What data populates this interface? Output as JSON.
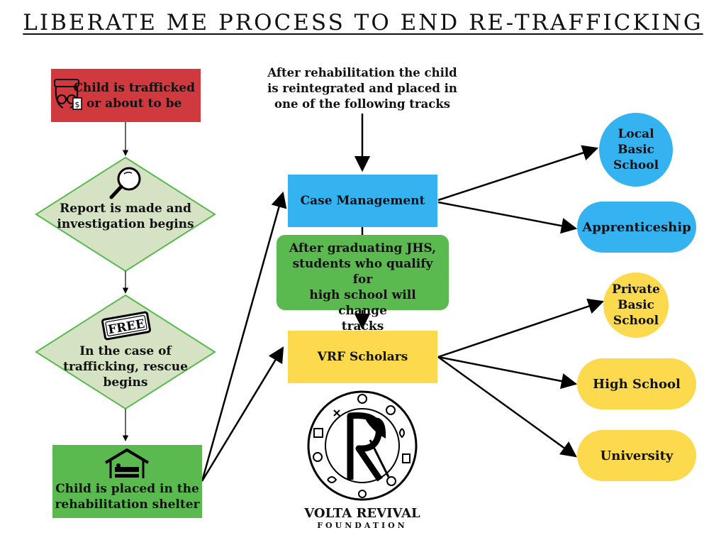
{
  "title": "LIBERATE ME PROCESS TO END RE-TRAFFICKING",
  "steps": {
    "trafficked": "Child is trafficked\nor about to be",
    "report": "Report is made and\ninvestigation begins",
    "rescue": "In the case of\ntrafficking, rescue\nbegins",
    "shelter": "Child is placed in the\nrehabilitation shelter"
  },
  "rehab_note": "After rehabilitation the child\nis reintegrated and placed in\none of the following tracks",
  "tracks": {
    "case_management": "Case Management",
    "vrf_scholars": "VRF Scholars"
  },
  "track_change_note": "After graduating JHS,\nstudents who qualify for\nhigh school will change\ntracks",
  "outcomes": {
    "local_basic": "Local\nBasic\nSchool",
    "apprenticeship": "Apprenticeship",
    "private_basic": "Private\nBasic\nSchool",
    "high_school": "High School",
    "university": "University"
  },
  "free_stamp": "FREE",
  "logo": {
    "name": "VOLTA REVIVAL",
    "sub": "FOUNDATION"
  },
  "colors": {
    "red": "#d0393e",
    "green": "#5ab94f",
    "diamond_fill": "#d5e3c4",
    "diamond_stroke": "#5ab94f",
    "blue": "#35b3f0",
    "yellow": "#fcd94d"
  },
  "icons": [
    "handcuffs-money-icon",
    "magnifier-icon",
    "free-stamp-icon",
    "house-bed-icon",
    "foundation-logo"
  ]
}
